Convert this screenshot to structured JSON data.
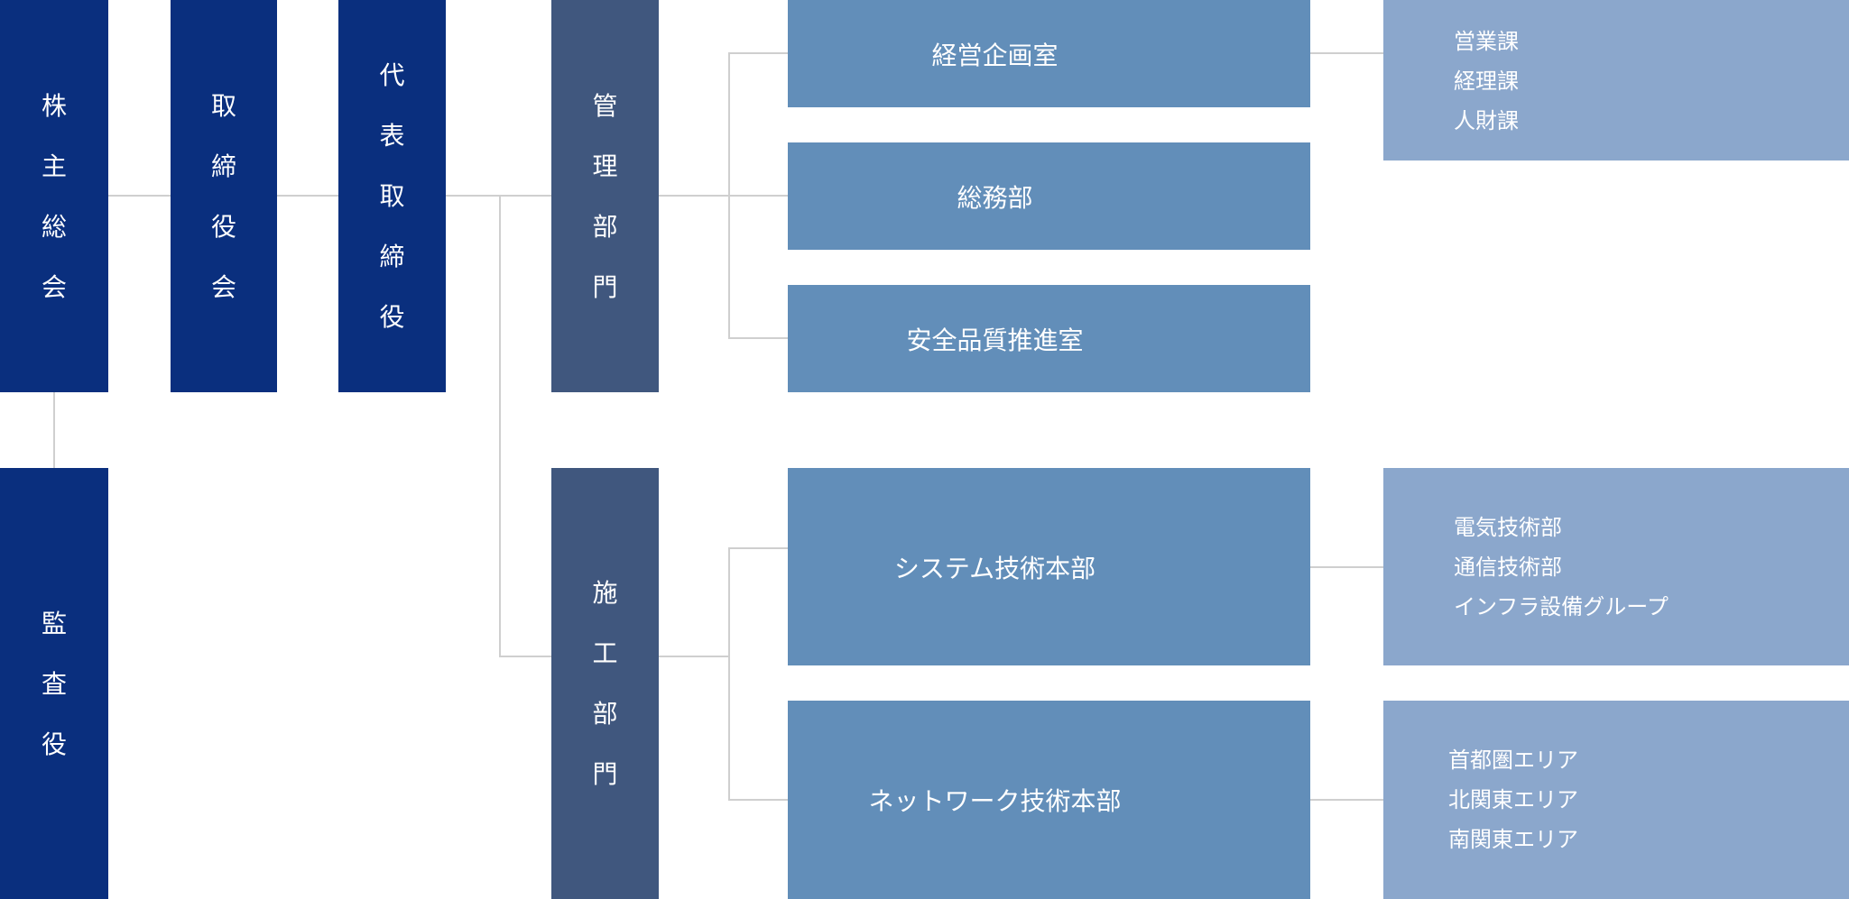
{
  "org": {
    "shareholders": [
      "株",
      "主",
      "総",
      "会"
    ],
    "auditor": [
      "監",
      "査",
      "役"
    ],
    "board": [
      "取",
      "締",
      "役",
      "会"
    ],
    "ceo": [
      "代",
      "表",
      "取",
      "締",
      "役"
    ],
    "admin_dept": [
      "管",
      "理",
      "部",
      "門"
    ],
    "construction_dept": [
      "施",
      "工",
      "部",
      "門"
    ],
    "planning": "経営企画室",
    "general": "総務部",
    "safety": "安全品質推進室",
    "system": "システム技術本部",
    "network": "ネットワーク技術本部",
    "planning_children": [
      "営業課",
      "経理課",
      "人財課"
    ],
    "system_children": [
      "電気技術部",
      "通信技術部",
      "インフラ設備グループ"
    ],
    "network_children": [
      "首都圏エリア",
      "北関東エリア",
      "南関東エリア"
    ]
  },
  "colors": {
    "top": "#0a2f7e",
    "department": "#40577e",
    "division": "#628eb9",
    "section": "#8ba7cc",
    "connector": "#cfcfcf"
  }
}
